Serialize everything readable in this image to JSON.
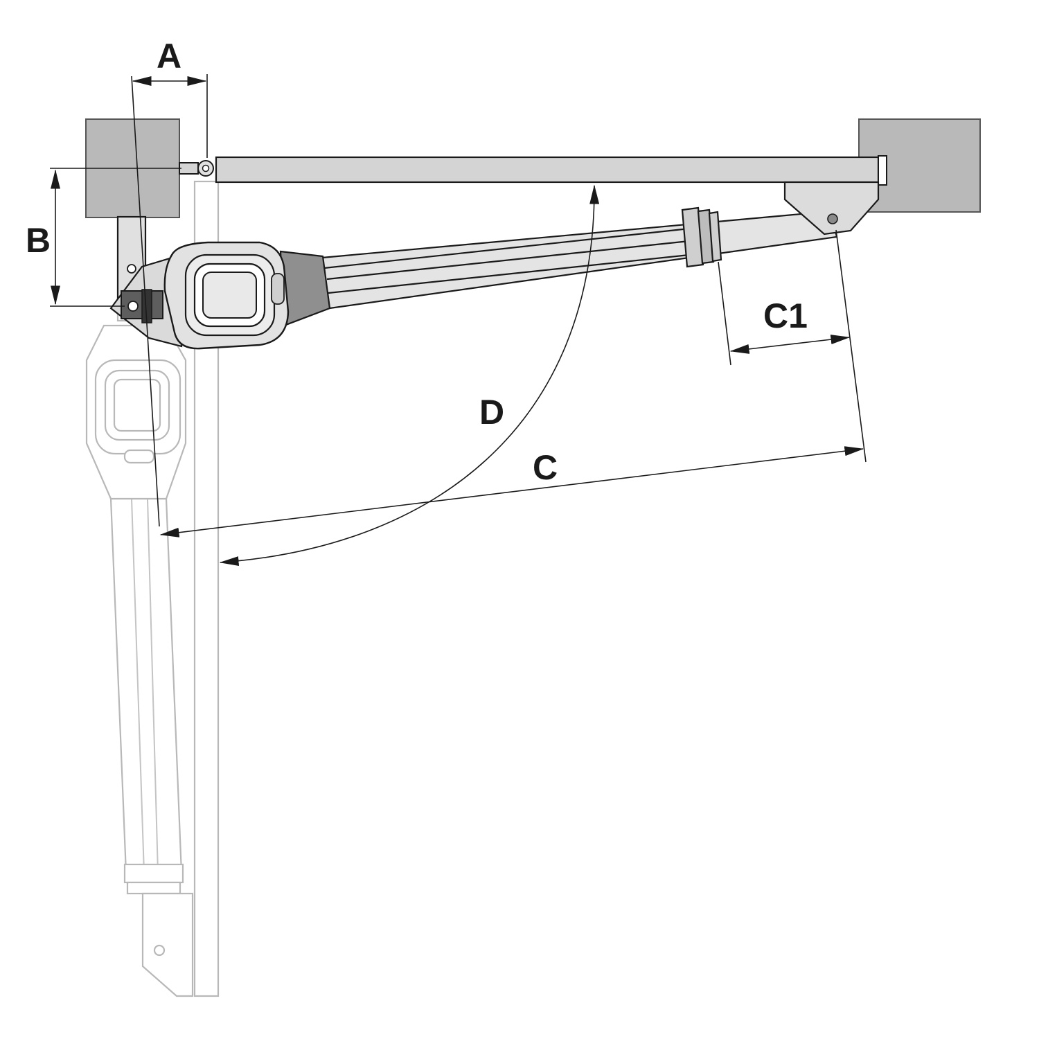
{
  "labels": {
    "a": "A",
    "b": "B",
    "c": "C",
    "c1": "C1",
    "d": "D"
  },
  "colors": {
    "pillar": "#b9b9b9",
    "gate_leaf": "#d4d4d4",
    "actuator_body": "#e2e2e2",
    "actuator_dark": "#8f8f8f",
    "ghost_outline": "#b8b8b8",
    "line": "#1a1a1a"
  }
}
